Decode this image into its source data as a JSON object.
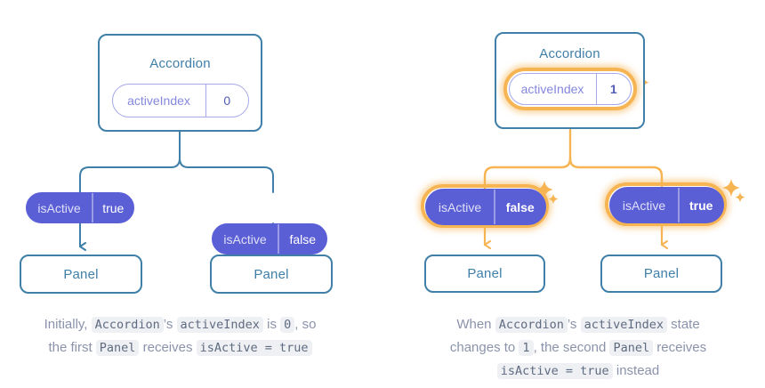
{
  "diagrams": [
    {
      "id": "initial-state",
      "accent": "#3f7fa8",
      "root": {
        "title": "Accordion",
        "prop": {
          "key": "activeIndex",
          "value": "0",
          "highlighted": false
        }
      },
      "children": [
        {
          "prop": {
            "key": "isActive",
            "value": "true",
            "highlighted": false
          },
          "child": {
            "title": "Panel"
          }
        },
        {
          "prop": {
            "key": "isActive",
            "value": "false",
            "highlighted": false
          },
          "child": {
            "title": "Panel"
          }
        }
      ],
      "caption": {
        "lines": [
          [
            {
              "t": "text",
              "v": "Initially, "
            },
            {
              "t": "code",
              "v": "Accordion"
            },
            {
              "t": "text",
              "v": "’s "
            },
            {
              "t": "code",
              "v": "activeIndex"
            },
            {
              "t": "text",
              "v": " is "
            },
            {
              "t": "code",
              "v": "0"
            },
            {
              "t": "text",
              "v": ", so"
            }
          ],
          [
            {
              "t": "text",
              "v": "the first "
            },
            {
              "t": "code",
              "v": "Panel"
            },
            {
              "t": "text",
              "v": " receives "
            },
            {
              "t": "code",
              "v": "isActive = true"
            }
          ]
        ]
      }
    },
    {
      "id": "updated-state",
      "accent": "#f6b453",
      "root": {
        "title": "Accordion",
        "prop": {
          "key": "activeIndex",
          "value": "1",
          "highlighted": true
        }
      },
      "children": [
        {
          "prop": {
            "key": "isActive",
            "value": "false",
            "highlighted": true
          },
          "child": {
            "title": "Panel"
          }
        },
        {
          "prop": {
            "key": "isActive",
            "value": "true",
            "highlighted": true
          },
          "child": {
            "title": "Panel"
          }
        }
      ],
      "caption": {
        "lines": [
          [
            {
              "t": "text",
              "v": "When "
            },
            {
              "t": "code",
              "v": "Accordion"
            },
            {
              "t": "text",
              "v": "’s "
            },
            {
              "t": "code",
              "v": "activeIndex"
            },
            {
              "t": "text",
              "v": " state"
            }
          ],
          [
            {
              "t": "text",
              "v": "changes to "
            },
            {
              "t": "code",
              "v": "1"
            },
            {
              "t": "text",
              "v": ", the second "
            },
            {
              "t": "code",
              "v": "Panel"
            },
            {
              "t": "text",
              "v": " receives"
            }
          ],
          [
            {
              "t": "code",
              "v": "isActive = true"
            },
            {
              "t": "text",
              "v": " instead"
            }
          ]
        ]
      }
    }
  ],
  "colors": {
    "box_border": "#3f7fa8",
    "box_text": "#3f7fa8",
    "pill_solid": "#5b5fd6",
    "pill_outline_border": "#a7a9e8",
    "highlight": "#f6b453",
    "caption_text": "#8a93ab",
    "code_bg": "#eef0f4",
    "code_text": "#5f6b80"
  },
  "icons": {
    "sparkle": "sparkle-icon"
  }
}
